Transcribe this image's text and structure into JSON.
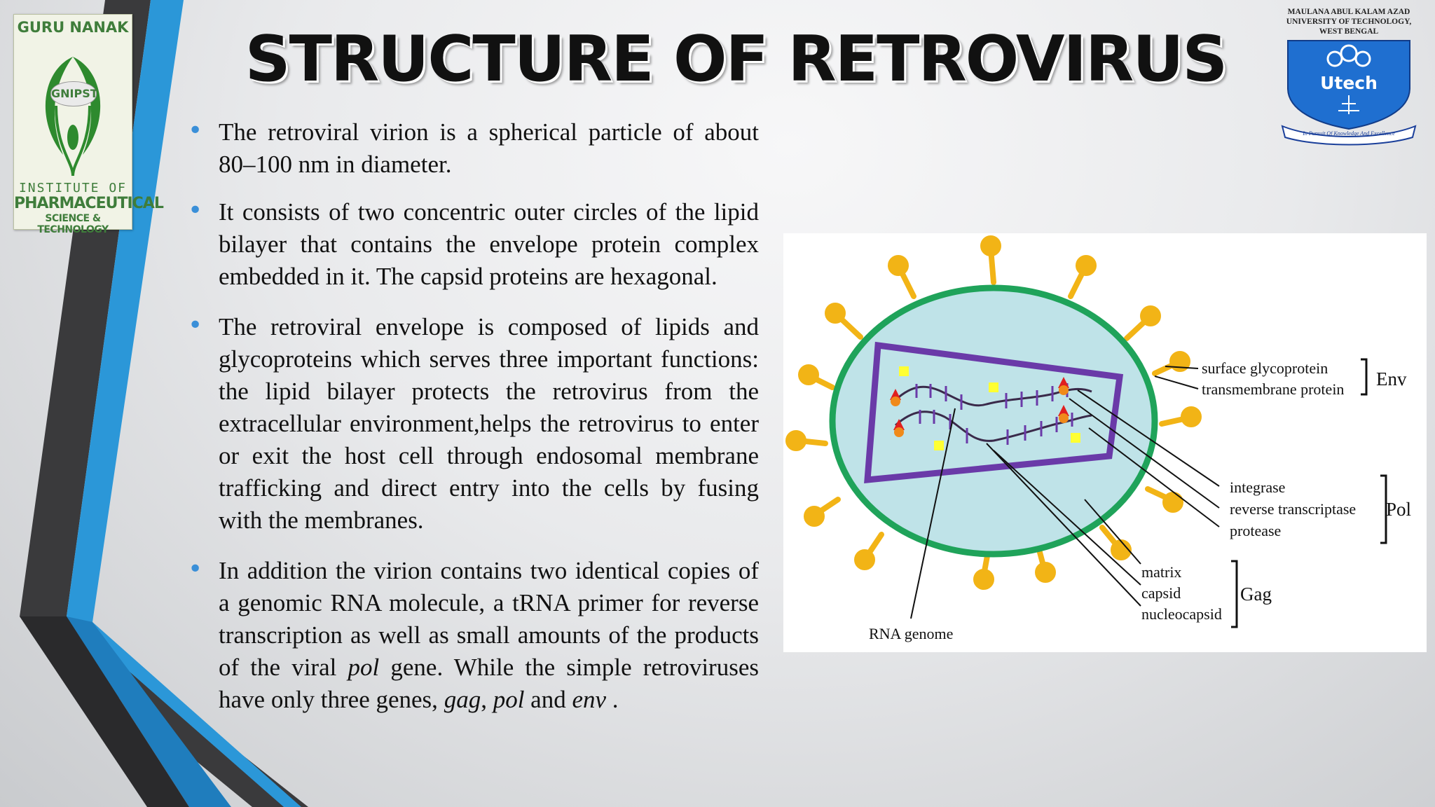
{
  "slide": {
    "title": "STRUCTURE OF RETROVIRUS",
    "bullets": {
      "b1": "The retroviral virion is a spherical particle of about 80–100 nm in diameter.",
      "b2": "It consists of two concentric outer circles of the lipid bilayer that contains the envelope protein complex embedded in it. The capsid proteins are hexagonal.",
      "b3": "The retroviral envelope is composed of lipids and glycoproteins which serves three important functions: the lipid bilayer protects the retrovirus from the extracellular environment,helps the retrovirus to enter or exit the host cell through endosomal membrane trafficking and direct entry into the cells by fusing with the membranes.",
      "b4": {
        "part1": "In addition the virion contains two identical copies of a genomic RNA molecule, a tRNA primer for reverse transcription as well as small amounts of the products of the viral ",
        "pol1": "pol",
        "part2": " gene. While the simple retroviruses have only three genes, ",
        "gag": "gag",
        "sep1": ", ",
        "pol2": "pol",
        "sep2": " and ",
        "env": "env",
        "end": " ."
      }
    }
  },
  "logo_left": {
    "top": "GURU NANAK",
    "center": "GNIPST",
    "line1": "INSTITUTE OF",
    "line2": "PHARMACEUTICAL",
    "line3": "SCIENCE & TECHNOLOGY"
  },
  "logo_right": {
    "line1": "MAULANA ABUL KALAM AZAD",
    "line2": "UNIVERSITY OF TECHNOLOGY,",
    "line3": "WEST BENGAL",
    "brand": "Utech",
    "motto": "In Pursuit Of Knowledge And Excellence"
  },
  "diagram": {
    "labels": {
      "surface_glycoprotein": "surface glycoprotein",
      "transmembrane_protein": "transmembrane protein",
      "env": "Env",
      "integrase": "integrase",
      "reverse_transcriptase": "reverse transcriptase",
      "protease": "protease",
      "pol": "Pol",
      "matrix": "matrix",
      "capsid": "capsid",
      "nucleocapsid": "nucleocapsid",
      "gag": "Gag",
      "rna_genome": "RNA genome"
    },
    "colors": {
      "envelope": "#1fa35a",
      "interior": "#bfe3e8",
      "capsid": "#6a3aa8",
      "spike": "#f2b416",
      "enzyme_red": "#e02020",
      "enzyme_orange": "#f08a1a",
      "yellow_protein": "#ffff33"
    }
  },
  "theme": {
    "accent_blue": "#2b97d8",
    "dark_stripe": "#3a3a3c"
  }
}
